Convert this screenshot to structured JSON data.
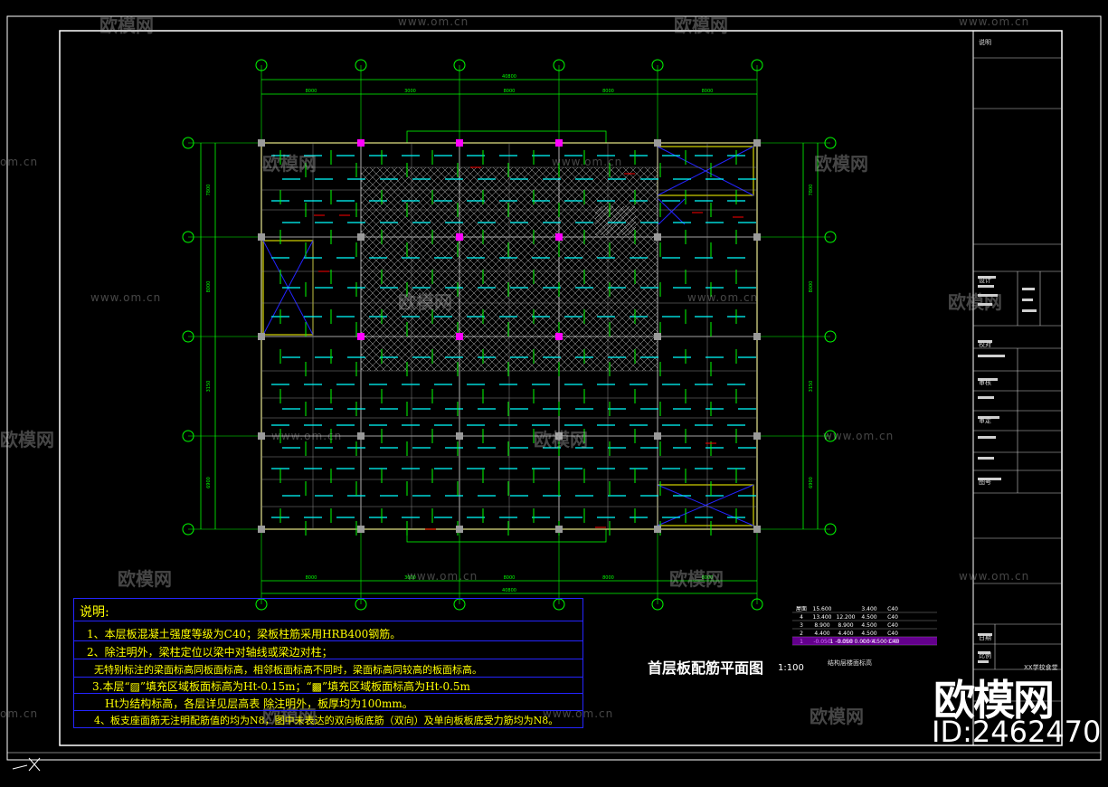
{
  "watermarks": {
    "logo": "欧模网",
    "url": "www.om.cn",
    "url_short": "om.cn",
    "brand_big": "欧模网",
    "id_label": "ID:2462470"
  },
  "notes": {
    "title": "说明:",
    "lines": [
      "1、本层板混凝土强度等级为C40；梁板柱筋采用HRB400钢筋。",
      "2、除注明外，梁柱定位以梁中对轴线或梁边对柱；",
      "无特别标注的梁面标高同板面标高，相邻板面标高不同时，梁面标高同较高的板面标高。",
      "3.本层“▨”填充区域板面标高为Ht-0.15m；“▩”填充区域板面标高为Ht-0.5m",
      "Ht为结构标高，各层详见层高表 除注明外，板厚均为100mm。",
      "4、板支座面筋无注明配筋值的均为N8，图中未表达的双向板底筋（双向）及单向板板底受力筋均为N8。"
    ]
  },
  "plan": {
    "title": "首层板配筋平面图",
    "scale": "1:100",
    "dim_total": "40800",
    "dims_top": [
      "8000",
      "3000",
      "8000",
      "8000",
      "8000"
    ],
    "dims_side": [
      "7800",
      "8000",
      "3150",
      "6900",
      "7800"
    ]
  },
  "floor_table": {
    "caption": "结构层楼面标高",
    "rows": [
      [
        "屋面",
        "15.600",
        "",
        "3.400",
        "C40"
      ],
      [
        "4",
        "13.400",
        "12.200",
        "4.500",
        "C40"
      ],
      [
        "3",
        "8.900",
        "8.900",
        "4.500",
        "C40"
      ],
      [
        "2",
        "4.400",
        "4.400",
        "4.500",
        "C40"
      ],
      [
        "1",
        "-0.050",
        "0.000",
        "4.500",
        "C40"
      ]
    ]
  },
  "title_block": {
    "project": "XX学校食堂",
    "side_labels": [
      "说明",
      "设计",
      "校对",
      "审核",
      "审定",
      "图号",
      "日期",
      "比例"
    ]
  },
  "colors": {
    "green": "#00ff00",
    "yellow": "#ffff00",
    "cyan": "#00ffff",
    "blue": "#2424ff",
    "magenta": "#ff00ff",
    "red": "#ff0000",
    "white": "#ffffff"
  }
}
